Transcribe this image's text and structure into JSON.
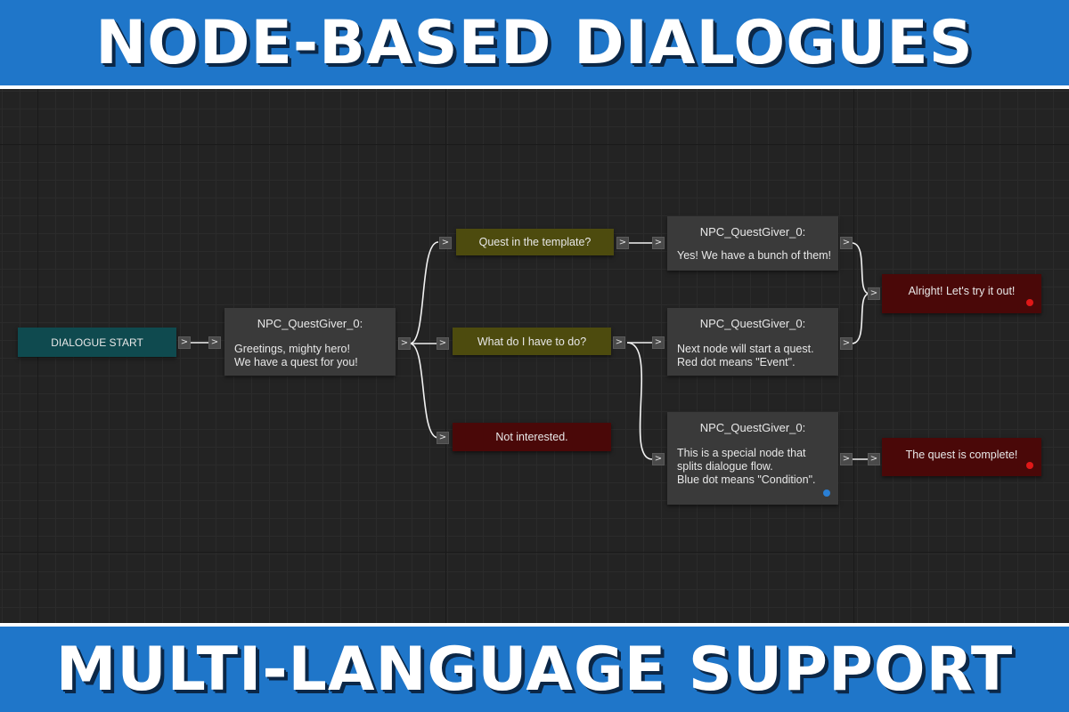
{
  "banner_top": "NODE-BASED DIALOGUES",
  "banner_bottom": "MULTI-LANGUAGE SUPPORT",
  "port_glyph": ">",
  "nodes": {
    "start": {
      "label": "DIALOGUE START",
      "color": "#0f4a4f"
    },
    "npc_greeting": {
      "title": "NPC_QuestGiver_0:",
      "text": "Greetings, mighty hero!\nWe have a quest for you!"
    },
    "choice_template": {
      "label": "Quest in the template?",
      "color": "#4d4b0e"
    },
    "choice_what": {
      "label": "What do I have to do?",
      "color": "#4d4b0e"
    },
    "choice_not": {
      "label": "Not interested.",
      "color": "#4a0808"
    },
    "npc_yes": {
      "title": "NPC_QuestGiver_0:",
      "text": "Yes! We have a bunch of them!"
    },
    "npc_next": {
      "title": "NPC_QuestGiver_0:",
      "text": "Next node will start a quest.\nRed dot means \"Event\"."
    },
    "npc_special": {
      "title": "NPC_QuestGiver_0:",
      "text": "This is a special node that\nsplits dialogue flow.\nBlue dot means \"Condition\"."
    },
    "end_alright": {
      "label": "Alright! Let's try it out!",
      "dot": "event"
    },
    "end_complete": {
      "label": "The quest is complete!",
      "dot": "event"
    }
  },
  "colors": {
    "banner": "#1f76c9",
    "event_dot": "#e01818",
    "condition_dot": "#2a7fd4",
    "wire": "#f2f2f2"
  }
}
